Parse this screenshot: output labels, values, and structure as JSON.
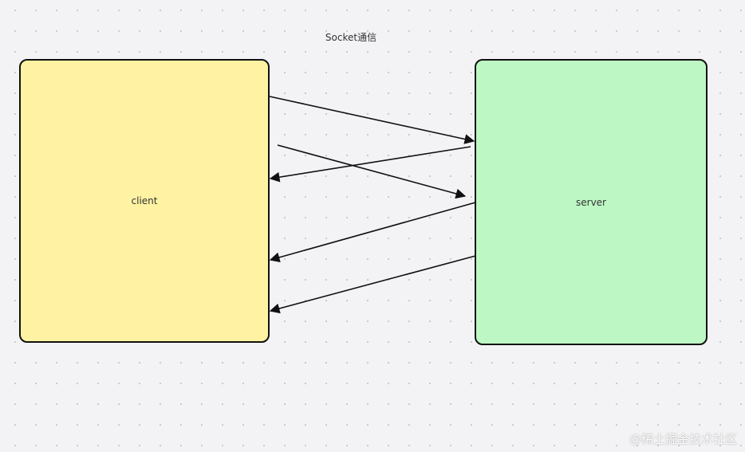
{
  "diagram": {
    "title": "Socket通信",
    "nodes": [
      {
        "id": "client",
        "label": "client",
        "fill": "#fff3a3"
      },
      {
        "id": "server",
        "label": "server",
        "fill": "#bdf7c4"
      }
    ],
    "edges": [
      {
        "from": "client",
        "to": "server"
      },
      {
        "from": "server",
        "to": "client"
      },
      {
        "from": "client",
        "to": "server"
      },
      {
        "from": "server",
        "to": "client"
      },
      {
        "from": "server",
        "to": "client"
      }
    ]
  },
  "watermark": "@稀土掘金技术社区",
  "colors": {
    "background": "#f3f3f5",
    "stroke": "#111111"
  }
}
